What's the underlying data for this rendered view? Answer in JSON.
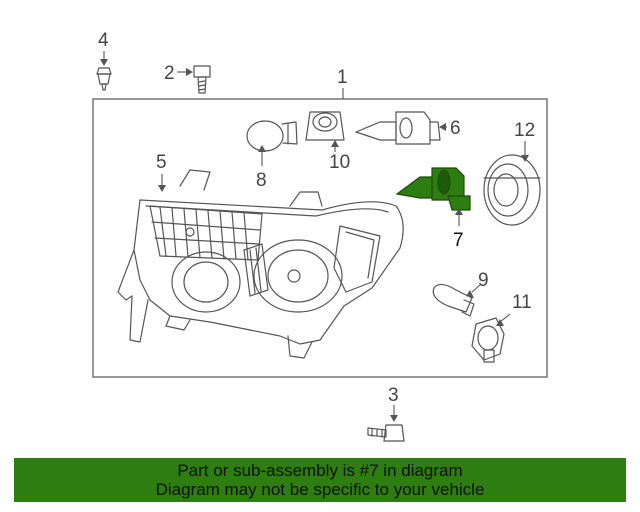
{
  "diagram": {
    "callouts": {
      "c1": "1",
      "c2": "2",
      "c3": "3",
      "c4": "4",
      "c5": "5",
      "c6": "6",
      "c7": "7",
      "c8": "8",
      "c9": "9",
      "c10": "10",
      "c11": "11",
      "c12": "12"
    },
    "highlighted_part": "7",
    "colors": {
      "highlight": "#2e7d10",
      "line": "#555555",
      "banner_bg": "#2e7d10"
    }
  },
  "banner": {
    "line1": "Part or sub-assembly is #7 in diagram",
    "line2": "Diagram may not be specific to your vehicle"
  }
}
